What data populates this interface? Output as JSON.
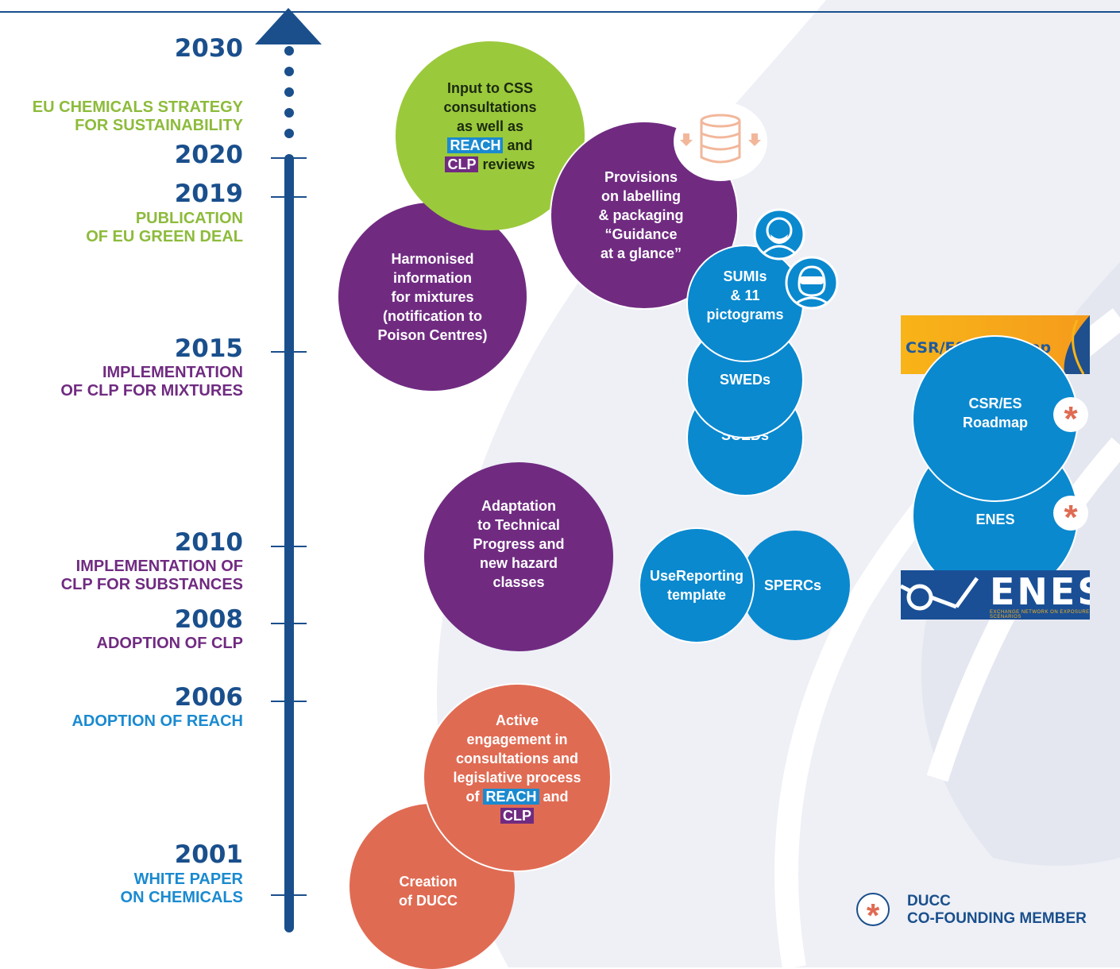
{
  "timeline": {
    "years": [
      {
        "year": "2030",
        "event": "",
        "color": "#1a4f8c"
      },
      {
        "year": "2020",
        "event": "EU CHEMICALS STRATEGY\nFOR SUSTAINABILITY",
        "color": "#8dbb3b"
      },
      {
        "year": "2019",
        "event": "PUBLICATION\nOF EU GREEN DEAL",
        "color": "#8dbb3b"
      },
      {
        "year": "2015",
        "event": "IMPLEMENTATION\nOF CLP FOR MIXTURES",
        "color": "#702b81"
      },
      {
        "year": "2010",
        "event": "IMPLEMENTATION OF\nCLP FOR SUBSTANCES",
        "color": "#702b81"
      },
      {
        "year": "2008",
        "event": "ADOPTION OF CLP",
        "color": "#702b81"
      },
      {
        "year": "2006",
        "event": "ADOPTION OF REACH",
        "color": "#1a8ad0"
      },
      {
        "year": "2001",
        "event": "WHITE PAPER\nON CHEMICALS",
        "color": "#1a8ad0"
      }
    ]
  },
  "bubbles": {
    "css_input": {
      "l1": "Input to CSS",
      "l2": "consultations",
      "l3": "as well as",
      "reach": "REACH",
      "and": " and",
      "clp": "CLP",
      "reviews": " reviews"
    },
    "labelling": "Provisions\non labelling\n& packaging\n“Guidance\nat a glance”",
    "harmonised": "Harmonised\ninformation\nfor mixtures\n(notification to\nPoison Centres)",
    "sumi": "SUMIs\n& 11\npictograms",
    "sweds": "SWEDs",
    "sceds": "SCEDs",
    "adaptation": "Adaptation\nto Technical\nProgress and\nnew hazard\nclasses",
    "usereporting": "UseReporting\ntemplate",
    "spercs": "SPERCs",
    "csr_roadmap": "CSR/ES\nRoadmap",
    "enes": "ENES",
    "active": {
      "l1": "Active",
      "l2": "engagement in",
      "l3": "consultations and",
      "l4": "legislative process",
      "of": "of ",
      "reach": "REACH",
      "and": " and",
      "clp": "CLP"
    },
    "creation": "Creation\nof DUCC"
  },
  "logos": {
    "csr_banner": "CSR/ES Roadmap",
    "enes_logo": "ENES",
    "enes_tagline": "EXCHANGE NETWORK ON EXPOSURE SCENARIOS"
  },
  "legend": {
    "label": "DUCC\nCO-FOUNDING MEMBER",
    "star": "*"
  },
  "colors": {
    "navy": "#1a4f8c",
    "purple": "#702b81",
    "blue": "#0a89cf",
    "green": "#9bc93c",
    "orange": "#e06b53"
  }
}
